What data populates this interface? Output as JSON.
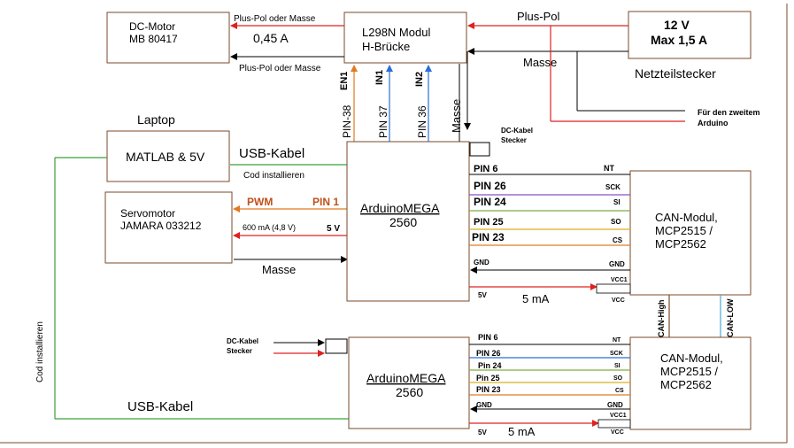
{
  "colors": {
    "red": "#e02020",
    "blue": "#2a6fd6",
    "green": "#3aa03a",
    "orange": "#e07a20",
    "purple": "#8a4fc8",
    "yellow": "#d8b020",
    "teal": "#3ab0b0",
    "brown": "#7a4a2a",
    "cyan": "#4aa8d8"
  },
  "dc_motor": {
    "line1": "DC-Motor",
    "line2": "MB 80417"
  },
  "l298n": {
    "line1": "L298N Modul",
    "line2": "H-Brücke"
  },
  "power": {
    "line1": "12 V",
    "line2": "Max 1,5 A",
    "caption": "Netzteilstecker"
  },
  "motor_links": {
    "top": "Plus-Pol oder Masse",
    "current": "0,45 A",
    "bottom": "Plus-Pol oder Masse"
  },
  "power_links": {
    "plus": "Plus-Pol",
    "masse": "Masse",
    "second_arduino_1": "Für den zweitem",
    "second_arduino_2": "Arduino"
  },
  "l298n_pins": {
    "en1": "EN1",
    "in1": "IN1",
    "in2": "IN2",
    "pin38": "PIN-38",
    "pin37": "PIN 37",
    "pin36": "PIN 36",
    "masse": "Masse"
  },
  "dc_plug": {
    "line1": "DC-Kabel",
    "line2": "Stecker"
  },
  "laptop": {
    "caption": "Laptop",
    "box": "MATLAB & 5V",
    "usb": "USB-Kabel",
    "cod": "Cod installieren"
  },
  "servo": {
    "line1": "Servomotor",
    "line2": "JAMARA 033212",
    "pwm": "PWM",
    "pin1": "PIN 1",
    "current": "600 mA (4,8 V)",
    "v5": "5 V",
    "masse": "Masse"
  },
  "arduino1": {
    "line1": "ArduinoMEGA",
    "line2": "2560"
  },
  "arduino2": {
    "line1": "ArduinoMEGA",
    "line2": "2560"
  },
  "can1": {
    "line1": "CAN-Modul,",
    "line2": "MCP2515 /",
    "line3": "MCP2562"
  },
  "can2": {
    "line1": "CAN-Modul,",
    "line2": "MCP2515 /",
    "line3": "MCP2562"
  },
  "spi1": {
    "left": [
      "PIN 6",
      "PIN 26",
      "PIN 24",
      "PIN 25",
      "PIN 23",
      "GND",
      "5V"
    ],
    "right": [
      "NT",
      "SCK",
      "SI",
      "SO",
      "CS",
      "GND",
      "VCC1",
      "VCC"
    ],
    "current": "5 mA"
  },
  "spi2": {
    "left": [
      "PIN 6",
      "PIN 26",
      "Pin 24",
      "Pin 25",
      "PIN 23",
      "GND",
      "5V"
    ],
    "right": [
      "NT",
      "SCK",
      "SI",
      "SO",
      "CS",
      "GND",
      "VCC1",
      "VCC"
    ],
    "current": "5 mA"
  },
  "can_bus": {
    "high": "CAN-High",
    "low": "CAN-LOW"
  },
  "bottom": {
    "usb": "USB-Kabel",
    "cod": "Cod installieren",
    "plug1": "DC-Kabel",
    "plug2": "Stecker"
  }
}
